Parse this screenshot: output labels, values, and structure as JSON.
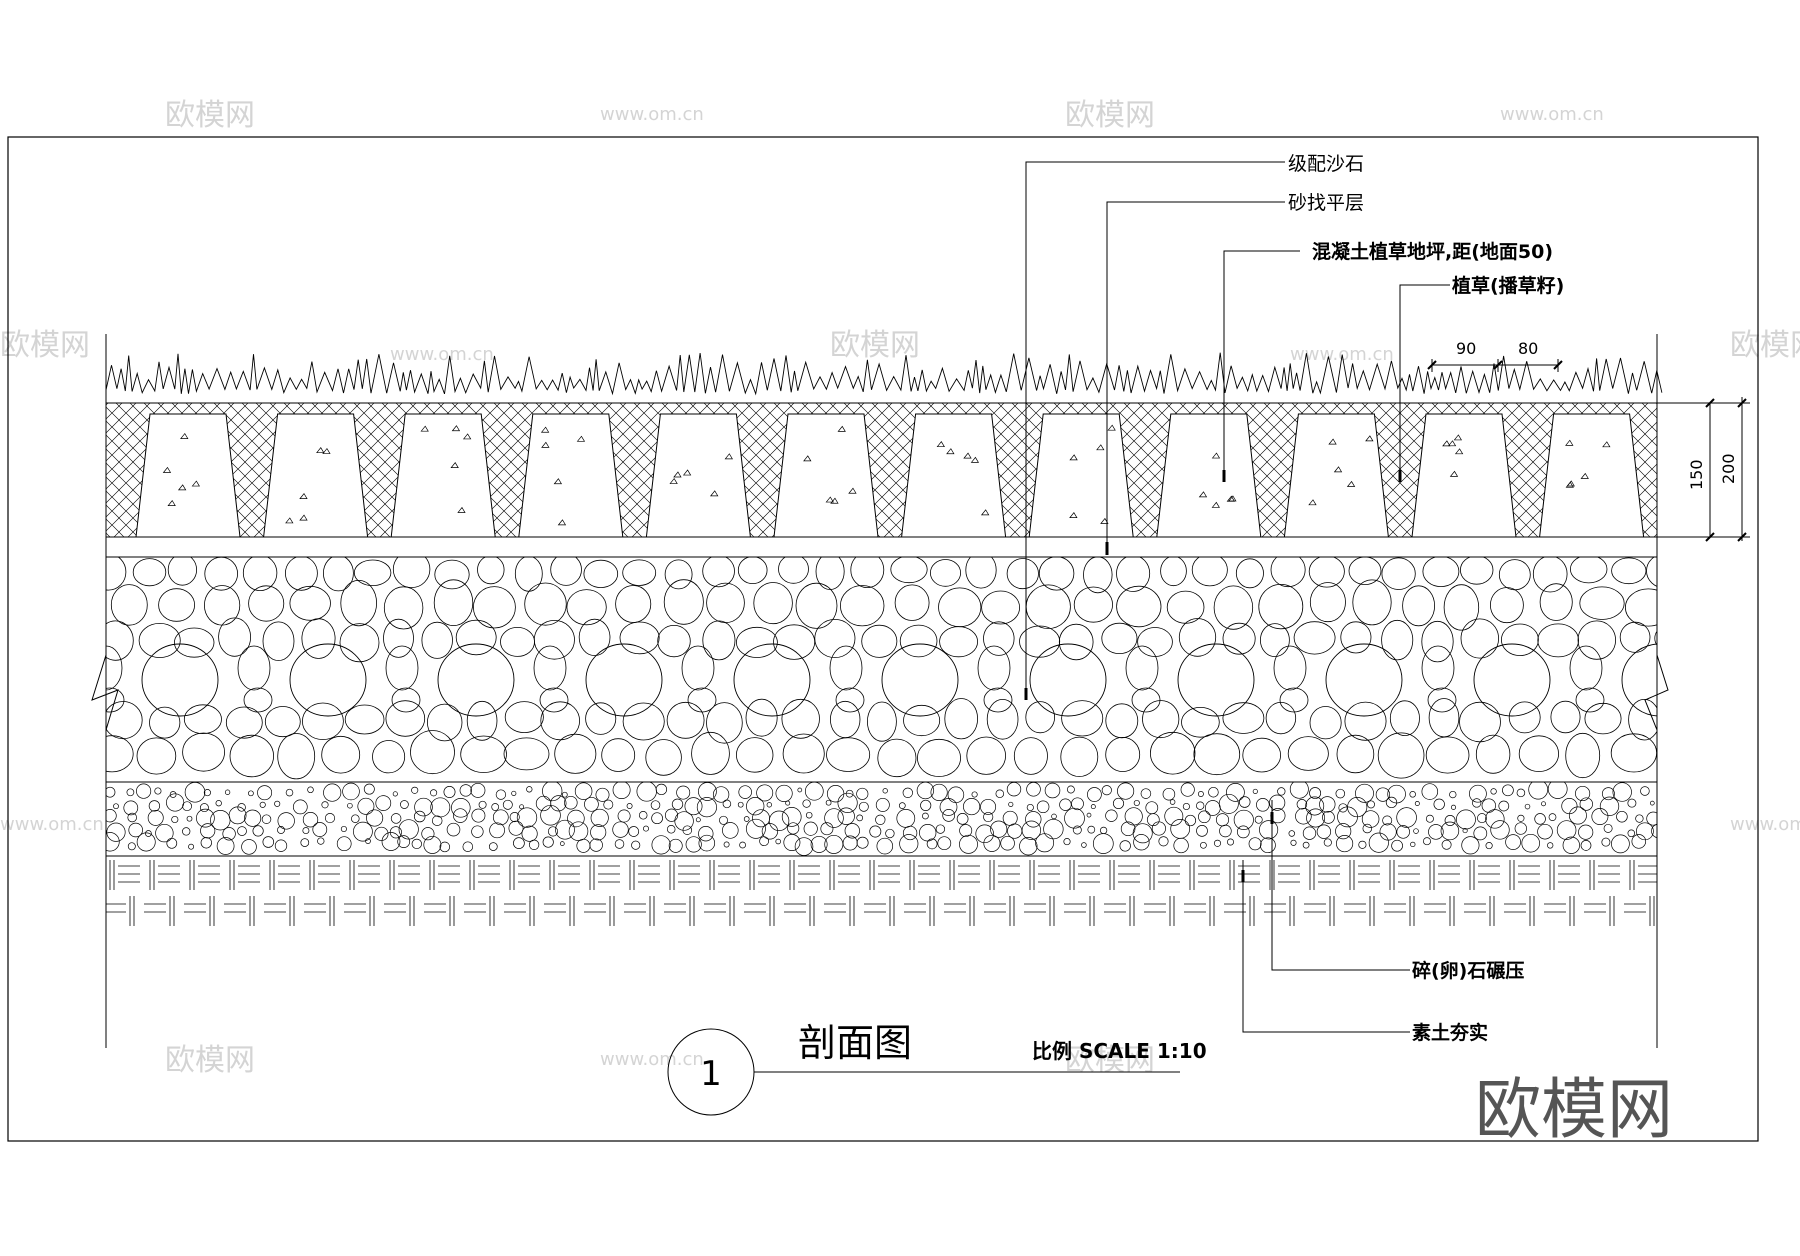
{
  "labels": {
    "graded_sand_gravel": "级配沙石",
    "sand_leveling_layer": "砂找平层",
    "concrete_grass_paver": "混凝土植草地坪,距(地面50)",
    "planted_grass": "植草(播草籽)",
    "crushed_stone_rolled": "碎(卵)石碾压",
    "compacted_soil": "素土夯实"
  },
  "dimensions": {
    "top_left": "90",
    "top_right": "80",
    "side_inner": "150",
    "side_outer": "200"
  },
  "title": {
    "main": "剖面图",
    "scale": "比例 SCALE 1:10",
    "number": "1"
  },
  "watermark": {
    "brand_cn": "欧模网",
    "site": "www.om.cn"
  },
  "colors": {
    "line": "#000000",
    "watermark": "#d4d4d4",
    "brand": "#555555"
  }
}
